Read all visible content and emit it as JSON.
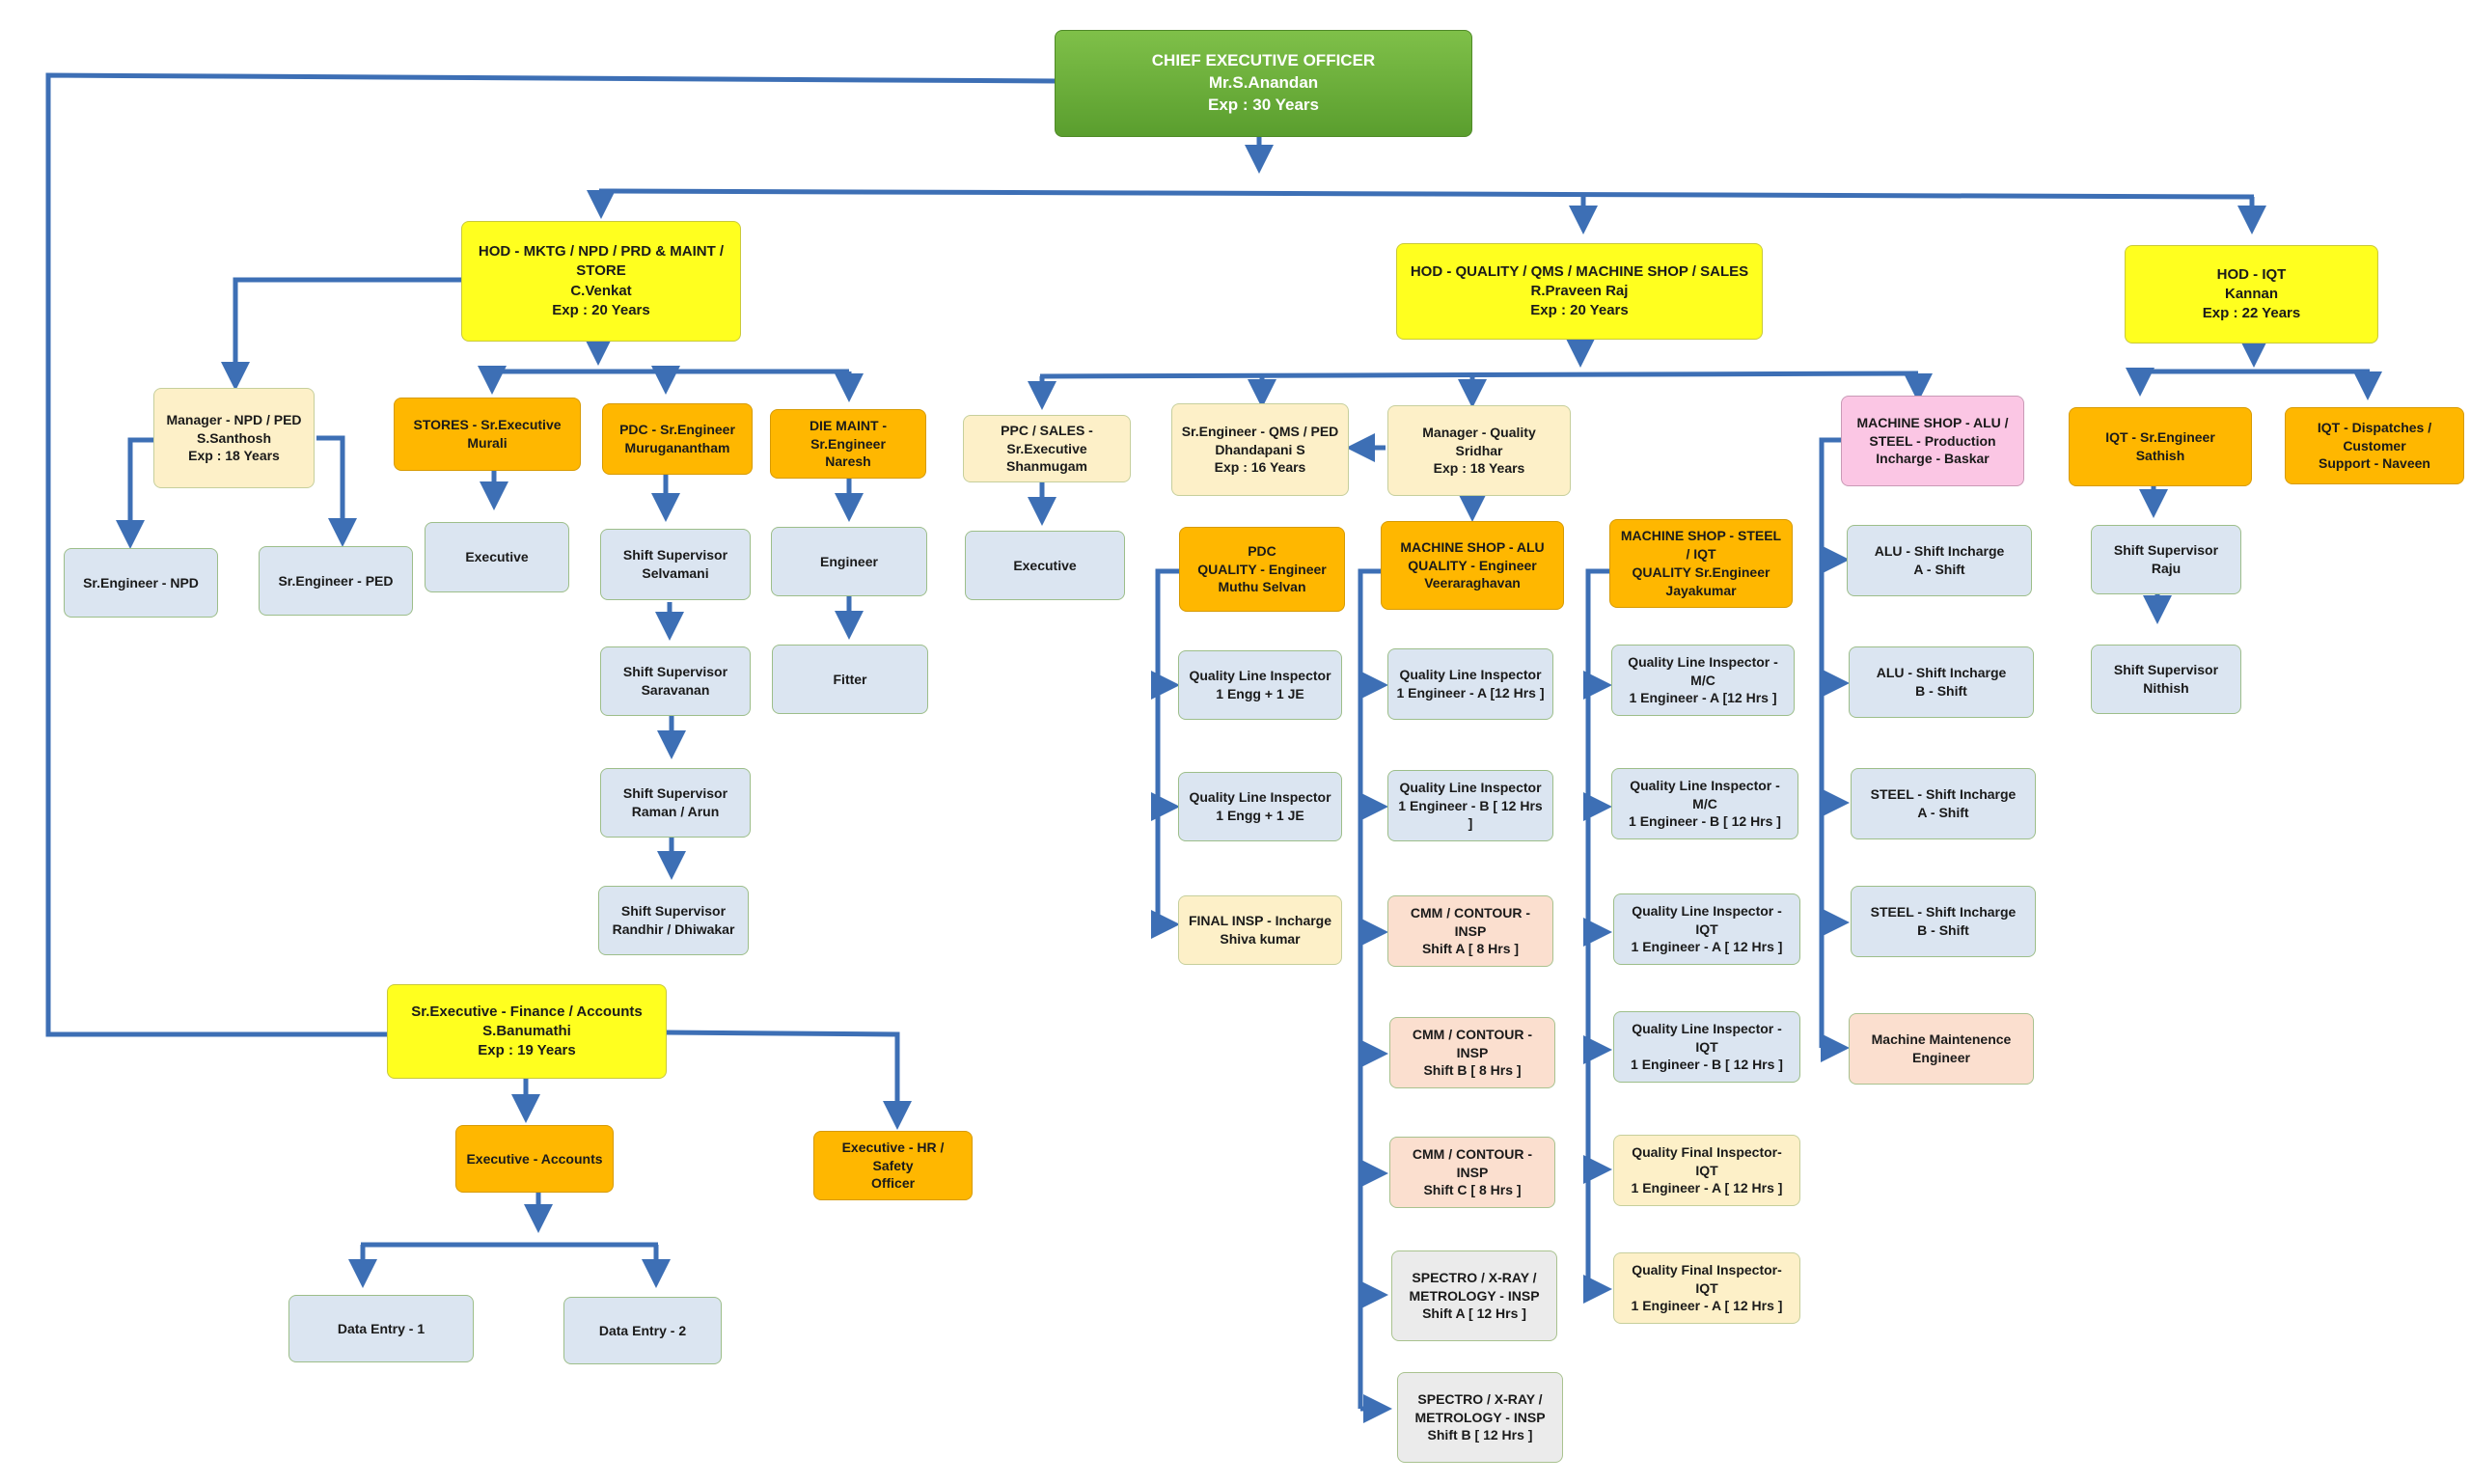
{
  "nodes": {
    "ceo": [
      "CHIEF EXECUTIVE OFFICER",
      "Mr.S.Anandan",
      "Exp : 30 Years"
    ],
    "hod_mktg": [
      "HOD - MKTG / NPD / PRD & MAINT /",
      "STORE",
      "C.Venkat",
      "Exp : 20 Years"
    ],
    "hod_quality": [
      "HOD - QUALITY / QMS / MACHINE SHOP / SALES",
      "R.Praveen Raj",
      "Exp : 20 Years"
    ],
    "hod_iqt": [
      "HOD - IQT",
      "Kannan",
      "Exp : 22 Years"
    ],
    "mgr_npd": [
      "Manager - NPD / PED",
      "S.Santhosh",
      "Exp : 18 Years"
    ],
    "sr_eng_npd": [
      "Sr.Engineer - NPD"
    ],
    "sr_eng_ped": [
      "Sr.Engineer - PED"
    ],
    "stores": [
      "STORES - Sr.Executive",
      "Murali"
    ],
    "stores_exec": [
      "Executive"
    ],
    "pdc_sr": [
      "PDC - Sr.Engineer",
      "Muruganantham"
    ],
    "pdc_ss1": [
      "Shift Supervisor",
      "Selvamani"
    ],
    "pdc_ss2": [
      "Shift Supervisor",
      "Saravanan"
    ],
    "pdc_ss3": [
      "Shift Supervisor",
      "Raman  / Arun"
    ],
    "pdc_ss4": [
      "Shift Supervisor",
      "Randhir  / Dhiwakar"
    ],
    "die_maint": [
      "DIE MAINT - Sr.Engineer",
      "Naresh"
    ],
    "die_engineer": [
      "Engineer"
    ],
    "die_fitter": [
      "Fitter"
    ],
    "finance": [
      "Sr.Executive - Finance / Accounts",
      "S.Banumathi",
      "Exp : 19 Years"
    ],
    "exec_accounts": [
      "Executive - Accounts"
    ],
    "data_entry_1": [
      "Data Entry - 1"
    ],
    "data_entry_2": [
      "Data Entry - 2"
    ],
    "exec_hr": [
      "Executive - HR / Safety",
      "Officer"
    ],
    "ppc_sales": [
      "PPC / SALES - Sr.Executive",
      "Shanmugam"
    ],
    "ppc_exec": [
      "Executive"
    ],
    "sr_eng_qms": [
      "Sr.Engineer - QMS / PED",
      "Dhandapani S",
      "Exp : 16 Years"
    ],
    "mgr_quality": [
      "Manager - Quality",
      "Sridhar",
      "Exp : 18 Years"
    ],
    "pdc_quality": [
      "PDC",
      "QUALITY - Engineer",
      "Muthu Selvan"
    ],
    "qli_1": [
      "Quality Line Inspector",
      "1 Engg + 1 JE"
    ],
    "qli_2": [
      "Quality Line Inspector",
      "1 Engg + 1 JE"
    ],
    "final_insp": [
      "FINAL INSP - Incharge",
      "Shiva kumar"
    ],
    "ms_alu_quality": [
      "MACHINE SHOP - ALU",
      "QUALITY - Engineer",
      "Veeraraghavan"
    ],
    "alu_qli_a": [
      "Quality Line Inspector",
      "1 Engineer - A [12 Hrs ]"
    ],
    "alu_qli_b": [
      "Quality Line Inspector",
      "1 Engineer - B [ 12 Hrs ]"
    ],
    "cmm_a": [
      "CMM / CONTOUR - INSP",
      "Shift A [ 8 Hrs ]"
    ],
    "cmm_b": [
      "CMM / CONTOUR - INSP",
      "Shift B [ 8 Hrs ]"
    ],
    "cmm_c": [
      "CMM / CONTOUR - INSP",
      "Shift C [ 8 Hrs ]"
    ],
    "spectro_a": [
      "SPECTRO / X-RAY /",
      "METROLOGY - INSP",
      "Shift A [ 12 Hrs ]"
    ],
    "spectro_b": [
      "SPECTRO / X-RAY /",
      "METROLOGY - INSP",
      "Shift B [ 12 Hrs ]"
    ],
    "ms_steel_quality": [
      "MACHINE SHOP - STEEL / IQT",
      "QUALITY Sr.Engineer",
      "Jayakumar"
    ],
    "steel_qli_mc_a": [
      "Quality Line Inspector - M/C",
      "1 Engineer - A [12 Hrs ]"
    ],
    "steel_qli_mc_b": [
      "Quality Line Inspector - M/C",
      "1 Engineer - B [ 12 Hrs ]"
    ],
    "steel_qli_iqt_a": [
      "Quality Line Inspector - IQT",
      "1 Engineer - A [ 12 Hrs ]"
    ],
    "steel_qli_iqt_b": [
      "Quality Line Inspector - IQT",
      "1 Engineer - B [ 12 Hrs ]"
    ],
    "final_iqt_1": [
      "Quality Final Inspector- IQT",
      "1 Engineer - A [ 12 Hrs ]"
    ],
    "final_iqt_2": [
      "Quality Final Inspector- IQT",
      "1 Engineer - A [ 12 Hrs ]"
    ],
    "ms_production": [
      "MACHINE SHOP - ALU /",
      "STEEL - Production",
      "Incharge - Baskar"
    ],
    "alu_shift_a": [
      "ALU - Shift Incharge",
      "A - Shift"
    ],
    "alu_shift_b": [
      "ALU - Shift Incharge",
      "B - Shift"
    ],
    "steel_shift_a": [
      "STEEL - Shift Incharge",
      "A - Shift"
    ],
    "steel_shift_b": [
      "STEEL - Shift Incharge",
      "B - Shift"
    ],
    "machine_maint": [
      "Machine Maintenence",
      "Engineer"
    ],
    "iqt_sr_eng": [
      "IQT - Sr.Engineer",
      "Sathish"
    ],
    "iqt_dispatch": [
      "IQT - Dispatches  / Customer",
      "Support - Naveen"
    ],
    "iqt_ss_raju": [
      "Shift Supervisor",
      "Raju"
    ],
    "iqt_ss_nithish": [
      "Shift Supervisor",
      "Nithish"
    ]
  },
  "colors": {
    "connector": "#3d6fb5",
    "green": "#6cb33f",
    "yellow": "#ffff1f",
    "orange": "#ffb700",
    "cream": "#fdf0c8",
    "blue": "#dbe5f1",
    "peach": "#fbdfcf",
    "gray": "#ebebeb",
    "pink": "#fbc6e4"
  }
}
